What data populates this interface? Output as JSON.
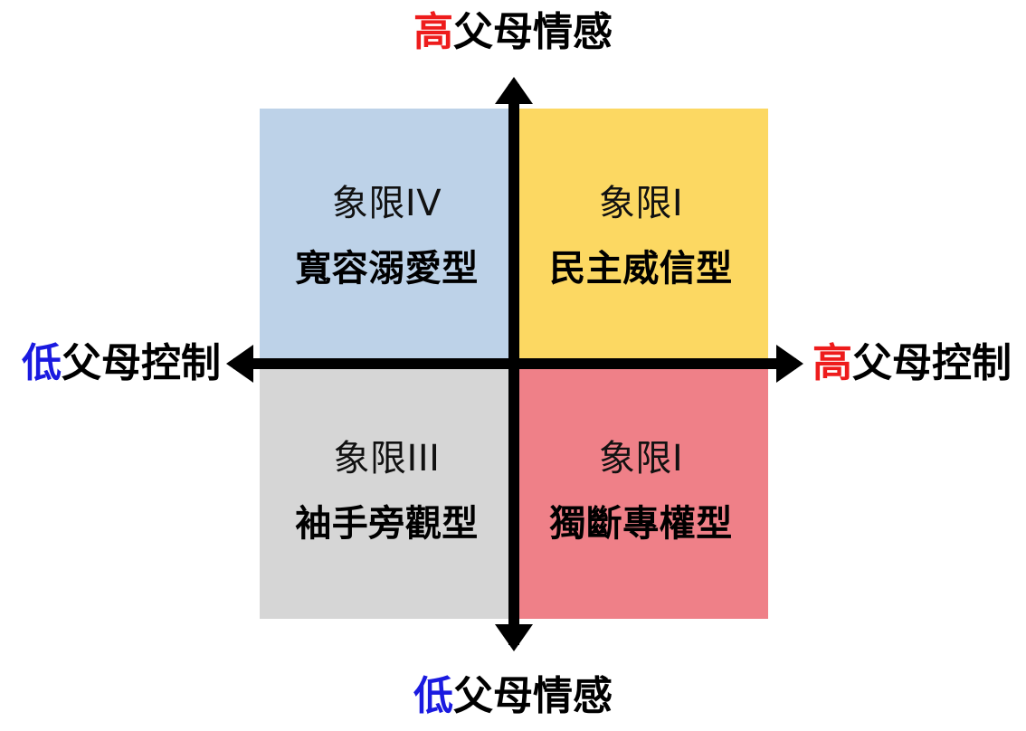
{
  "chart_data": {
    "type": "table",
    "title": "",
    "description": "Two-by-two quadrant model of parenting styles mapping parental control (x-axis) against parental affection (y-axis)",
    "axes": {
      "x": {
        "low_label": {
          "prefix": "低",
          "text": "父母控制"
        },
        "high_label": {
          "prefix": "高",
          "text": "父母控制"
        }
      },
      "y": {
        "low_label": {
          "prefix": "低",
          "text": "父母情感"
        },
        "high_label": {
          "prefix": "高",
          "text": "父母情感"
        }
      }
    },
    "categories": [
      "象限I",
      "象限IV",
      "象限III",
      "象限I"
    ],
    "values": [
      "民主威信型",
      "寬容溺愛型",
      "袖手旁觀型",
      "獨斷專權型"
    ]
  },
  "colors": {
    "high_text": "#EE1C1C",
    "low_text": "#1A1AE0",
    "quadrant_top_left": "#BDD2E8",
    "quadrant_top_right": "#FCD862",
    "quadrant_bottom_left": "#D6D6D6",
    "quadrant_bottom_right": "#EF8088",
    "axis": "#000000"
  },
  "axis_labels": {
    "top": {
      "prefix": "高",
      "rest": "父母情感"
    },
    "bottom": {
      "prefix": "低",
      "rest": "父母情感"
    },
    "left": {
      "prefix": "低",
      "rest": "父母控制"
    },
    "right": {
      "prefix": "高",
      "rest": "父母控制"
    }
  },
  "quadrants": {
    "top_left": {
      "number": "象限IV",
      "name": "寬容溺愛型"
    },
    "top_right": {
      "number": "象限I",
      "name": "民主威信型"
    },
    "bottom_left": {
      "number": "象限III",
      "name": "袖手旁觀型"
    },
    "bottom_right": {
      "number": "象限I",
      "name": "獨斷專權型"
    }
  }
}
